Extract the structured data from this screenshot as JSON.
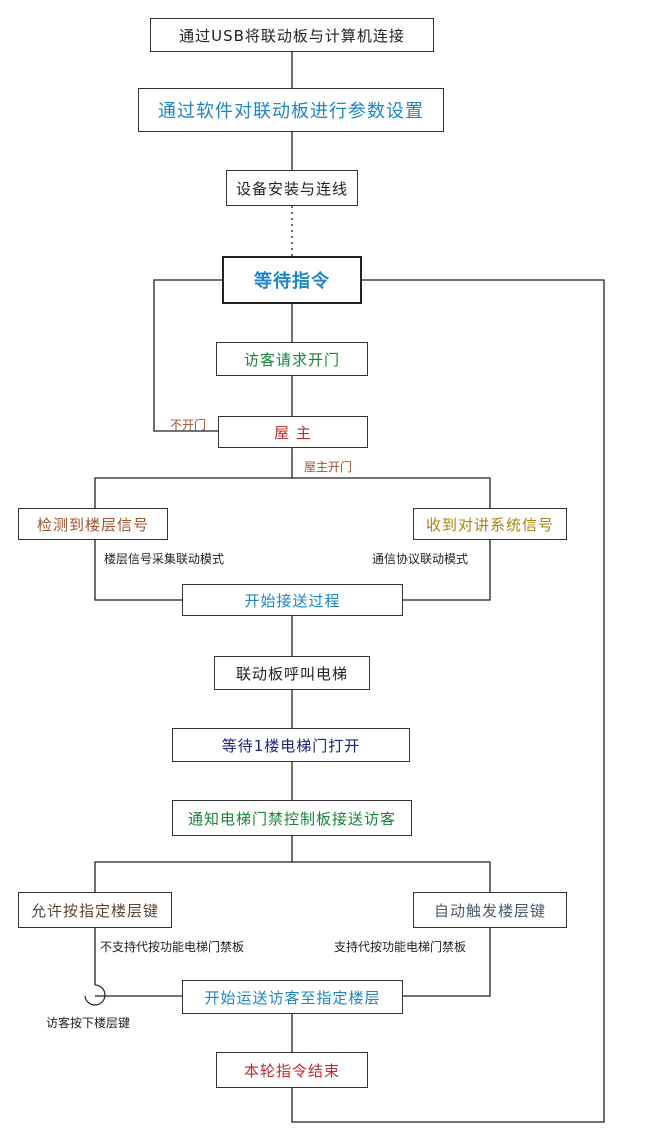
{
  "colors": {
    "line": "#222222",
    "blue": "#1e86c8",
    "dark_blue": "#1a237e",
    "green": "#16853a",
    "red": "#c62828",
    "brown": "#a0522d",
    "gold": "#a8860b",
    "dark_brown": "#5a4636",
    "slate": "#4a5a6a",
    "black": "#222222"
  },
  "steps": {
    "connect_usb": "通过USB将联动板与计算机连接",
    "software_config": "通过软件对联动板进行参数设置",
    "install_wiring": "设备安装与连线",
    "wait_command": "等待指令",
    "visitor_request": "访客请求开门",
    "owner": "屋 主",
    "detect_floor_signal": "检测到楼层信号",
    "receive_intercom_signal": "收到对讲系统信号",
    "start_transport": "开始接送过程",
    "call_elevator": "联动板呼叫电梯",
    "wait_floor1_door": "等待1楼电梯门打开",
    "notify_access_control": "通知电梯门禁控制板接送访客",
    "allow_press_floor": "允许按指定楼层键",
    "auto_trigger_floor": "自动触发楼层键",
    "transport_to_floor": "开始运送访客至指定楼层",
    "round_end": "本轮指令结束"
  },
  "labels": {
    "no_open": "不开门",
    "owner_open": "屋主开门",
    "floor_signal_mode": "楼层信号采集联动模式",
    "protocol_mode": "通信协议联动模式",
    "no_proxy_support": "不支持代按功能电梯门禁板",
    "proxy_support": "支持代按功能电梯门禁板",
    "visitor_press_floor": "访客按下楼层键"
  }
}
